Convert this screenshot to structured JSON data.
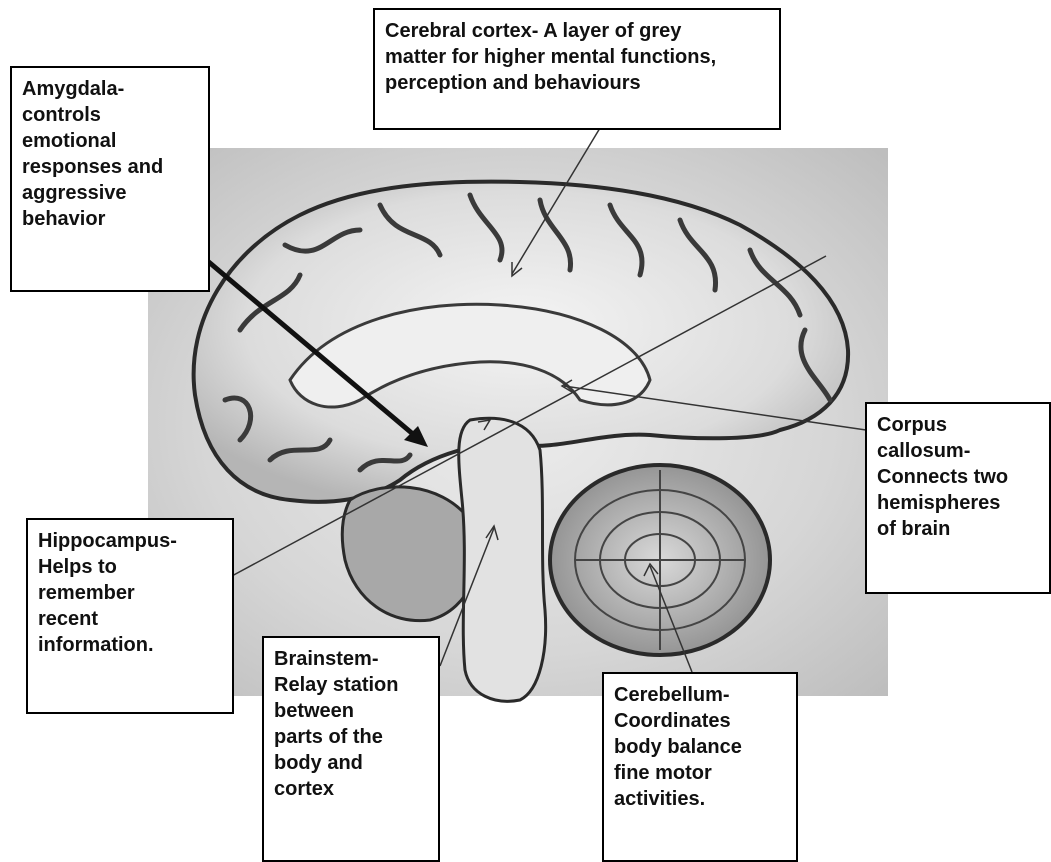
{
  "labels": {
    "cerebral_cortex": "Cerebral cortex- A layer of grey\nmatter for higher mental functions,\nperception and behaviours",
    "amygdala": "Amygdala-\ncontrols\nemotional\nresponses and\naggressive\nbehavior",
    "corpus_callosum": "Corpus\ncallosum-\nConnects two\nhemispheres\nof brain",
    "hippocampus": "Hippocampus-\nHelps to\nremember\nrecent\ninformation.",
    "brainstem": "Brainstem-\nRelay station\nbetween\nparts of the\nbody and\ncortex",
    "cerebellum": "Cerebellum-\nCoordinates\nbody balance\nfine motor\nactivities."
  },
  "colors": {
    "background": "#ffffff",
    "label_border": "#000000",
    "drawing_background": "#d4d4d4",
    "brain_shading": "#9a9a9a",
    "brain_outline": "#2a2a2a"
  }
}
